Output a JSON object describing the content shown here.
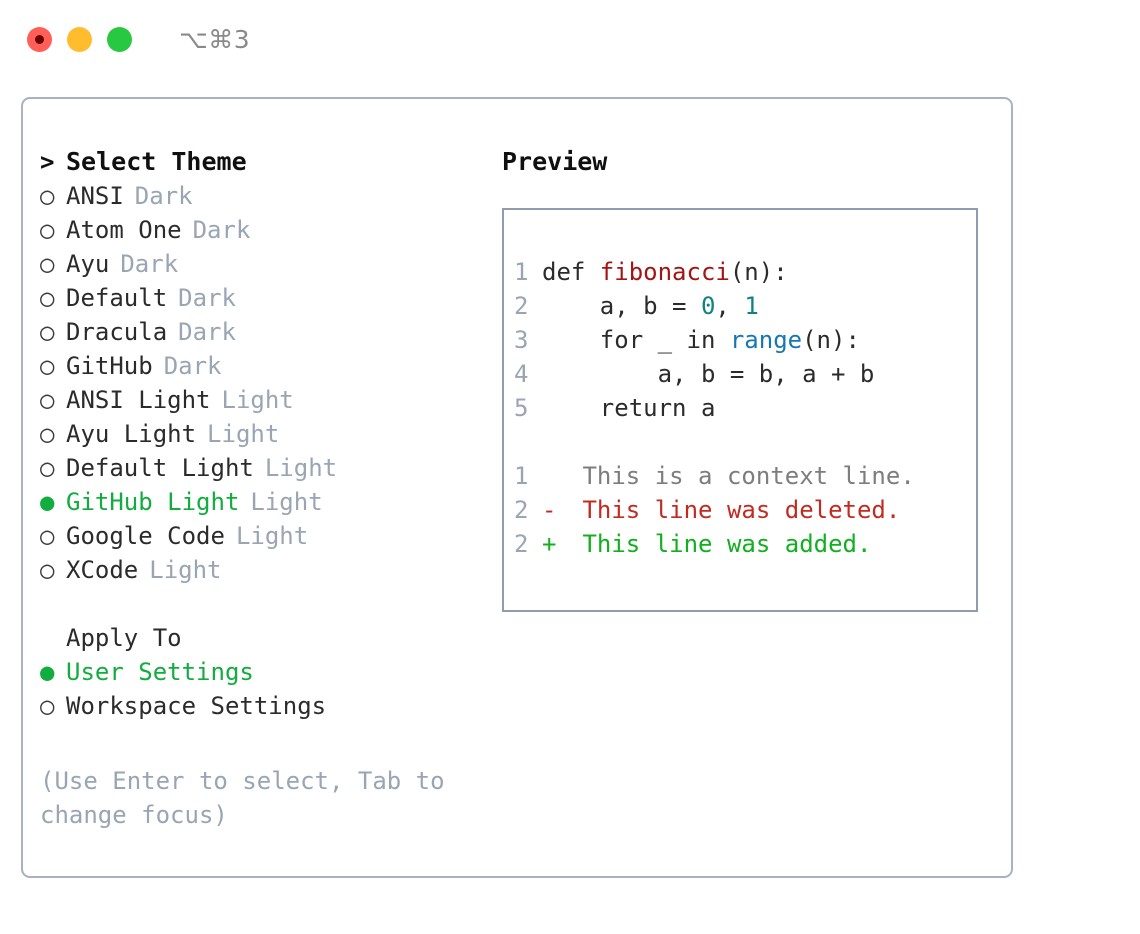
{
  "titlebar": {
    "shortcut": "⌥⌘3",
    "dots": [
      {
        "name": "close",
        "color": "#ff5f57"
      },
      {
        "name": "minimize",
        "color": "#ffbd2e"
      },
      {
        "name": "maximize",
        "color": "#28c840"
      }
    ]
  },
  "theme_panel": {
    "heading": "Select Theme",
    "heading_marker": ">",
    "radio_off": "○",
    "radio_on": "●",
    "items": [
      {
        "name": "ANSI",
        "tag": "Dark",
        "selected": false
      },
      {
        "name": "Atom One",
        "tag": "Dark",
        "selected": false
      },
      {
        "name": "Ayu",
        "tag": "Dark",
        "selected": false
      },
      {
        "name": "Default",
        "tag": "Dark",
        "selected": false
      },
      {
        "name": "Dracula",
        "tag": "Dark",
        "selected": false
      },
      {
        "name": "GitHub",
        "tag": "Dark",
        "selected": false
      },
      {
        "name": "ANSI Light",
        "tag": "Light",
        "selected": false
      },
      {
        "name": "Ayu Light",
        "tag": "Light",
        "selected": false
      },
      {
        "name": "Default Light",
        "tag": "Light",
        "selected": false
      },
      {
        "name": "GitHub Light",
        "tag": "Light",
        "selected": true
      },
      {
        "name": "Google Code",
        "tag": "Light",
        "selected": false
      },
      {
        "name": "XCode",
        "tag": "Light",
        "selected": false
      }
    ]
  },
  "apply_to": {
    "heading": "Apply To",
    "options": [
      {
        "label": "User Settings",
        "selected": true
      },
      {
        "label": "Workspace Settings",
        "selected": false
      }
    ]
  },
  "hint": "(Use Enter to select, Tab to change focus)",
  "preview": {
    "heading": "Preview",
    "code_lines": [
      {
        "no": "1",
        "segments": [
          {
            "text": "def ",
            "style": "plain"
          },
          {
            "text": "fibonacci",
            "style": "fn"
          },
          {
            "text": "(n):",
            "style": "plain"
          }
        ]
      },
      {
        "no": "2",
        "segments": [
          {
            "text": "    a, b = ",
            "style": "plain"
          },
          {
            "text": "0",
            "style": "num"
          },
          {
            "text": ", ",
            "style": "plain"
          },
          {
            "text": "1",
            "style": "num"
          }
        ]
      },
      {
        "no": "3",
        "segments": [
          {
            "text": "    for _ in ",
            "style": "plain"
          },
          {
            "text": "range",
            "style": "call"
          },
          {
            "text": "(n):",
            "style": "plain"
          }
        ]
      },
      {
        "no": "4",
        "segments": [
          {
            "text": "        a, b = b, a + b",
            "style": "plain"
          }
        ]
      },
      {
        "no": "5",
        "segments": [
          {
            "text": "    return a",
            "style": "plain"
          }
        ]
      }
    ],
    "diff_lines": [
      {
        "no": "1",
        "sign": " ",
        "text": " This is a context line.",
        "kind": "context"
      },
      {
        "no": "2",
        "sign": "-",
        "text": " This line was deleted.",
        "kind": "deleted"
      },
      {
        "no": "2",
        "sign": "+",
        "text": " This line was added.",
        "kind": "added"
      }
    ]
  },
  "colors": {
    "accent_green": "#12ad3f",
    "muted": "#9aa5b4",
    "border": "#a8b2c1",
    "preview_border": "#8e9cae",
    "fn_red": "#a31515",
    "num_teal": "#11837f",
    "call_blue": "#1578b5",
    "diff_del": "#c22b22",
    "diff_add": "#12b020",
    "diff_context": "#7d7d7d"
  }
}
